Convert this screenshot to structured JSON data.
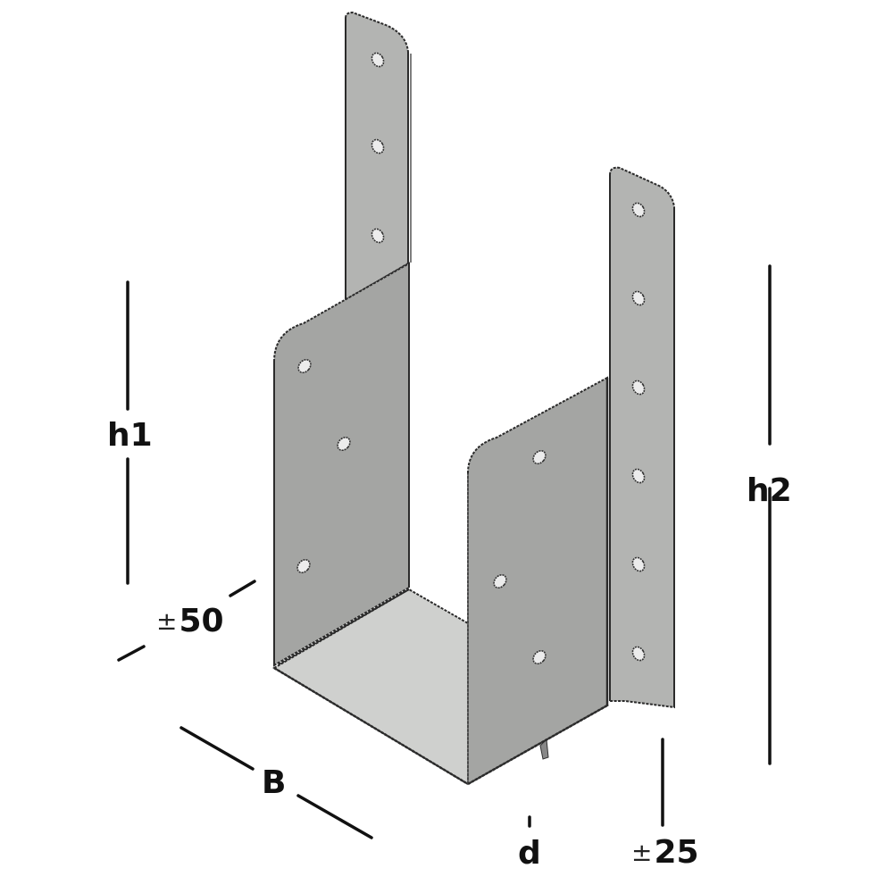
{
  "figure": {
    "subject": "U-shaped metal post base bracket with offset side flanges",
    "colors": {
      "background": "#ffffff",
      "panel_face": "#a4a5a3",
      "strip_face": "#b3b4b2",
      "base_plate": "#cfd0ce",
      "edge_line": "#2b2b2b",
      "dimension_line": "#111111",
      "text": "#111111"
    }
  },
  "dimensions": {
    "h1": {
      "label": "h1"
    },
    "h2": {
      "label": "h2"
    },
    "offset_left": {
      "prefix": "±",
      "value": "50"
    },
    "width": {
      "label": "B"
    },
    "thickness": {
      "label": "d"
    },
    "offset_right": {
      "prefix": "±",
      "value": "25"
    }
  },
  "parts": {
    "left_strip_holes": 3,
    "right_strip_holes": 6,
    "left_panel_holes": 3,
    "right_panel_holes": 3
  }
}
